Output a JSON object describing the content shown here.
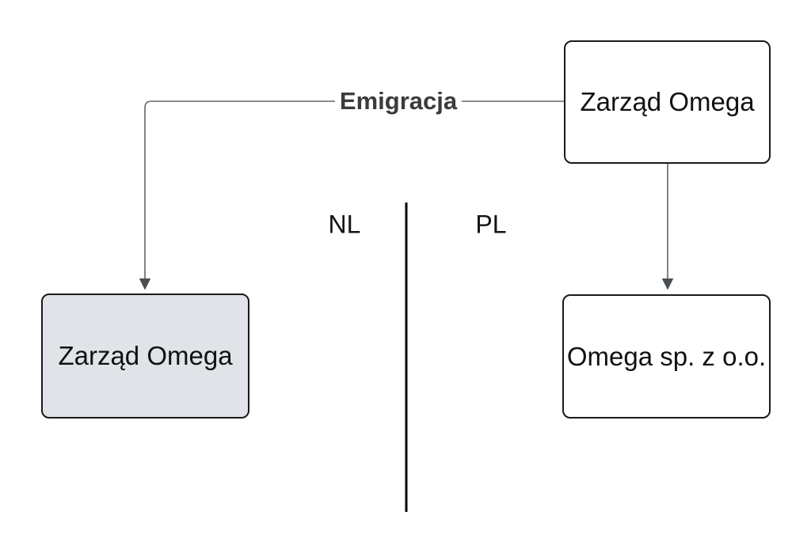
{
  "diagram": {
    "nodes": [
      {
        "id": "zarzad-omega-top",
        "label": "Zarząd Omega"
      },
      {
        "id": "zarzad-omega-nl",
        "label": "Zarząd Omega"
      },
      {
        "id": "omega-sp-z-oo",
        "label": "Omega sp. z o.o."
      }
    ],
    "edges": [
      {
        "id": "emigracja-arrow",
        "label": "Emigracja",
        "from": "zarzad-omega-top",
        "to": "zarzad-omega-nl"
      },
      {
        "id": "ownership-arrow",
        "label": "",
        "from": "zarzad-omega-top",
        "to": "omega-sp-z-oo"
      }
    ],
    "region_labels": {
      "left": "NL",
      "right": "PL"
    },
    "colors": {
      "background": "#ffffff",
      "node_border": "#1a1a1a",
      "node_fill": "#ffffff",
      "node_fill_highlight": "#e0e3e7",
      "edge_line": "#666666",
      "arrowhead": "#4a4f54",
      "edge_label_text": "#3b3b3b",
      "divider_line": "#000000",
      "node_text": "#111111"
    }
  }
}
